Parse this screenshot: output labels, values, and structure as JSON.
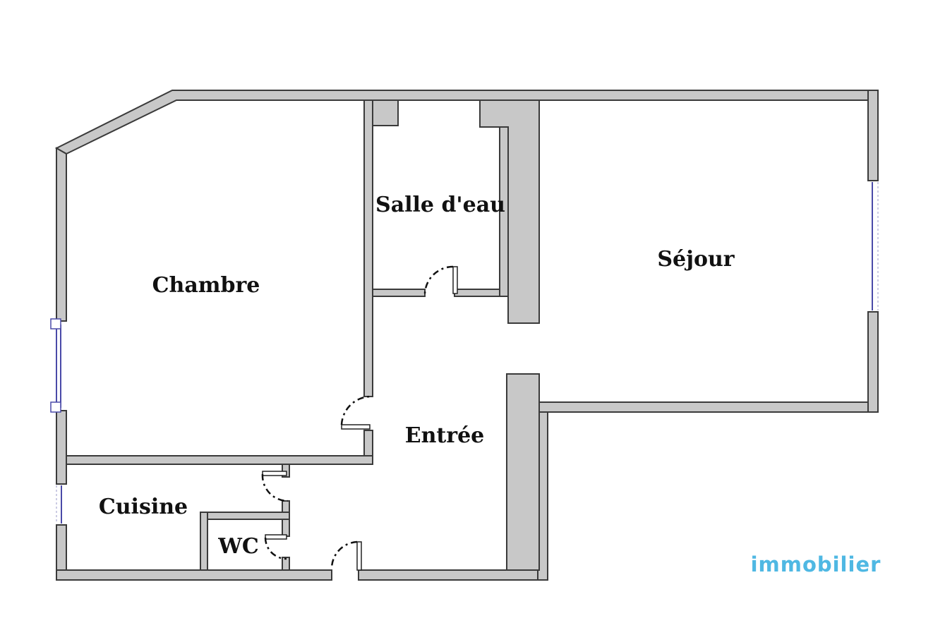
{
  "rooms": {
    "chambre": "Chambre",
    "salle_deau": "Salle d'eau",
    "sejour": "Séjour",
    "entree": "Entrée",
    "cuisine": "Cuisine",
    "wc": "WC"
  },
  "logo": {
    "text": "immobilier",
    "color": "#4fb8e3"
  },
  "colors": {
    "wall_fill": "#c8c8c8",
    "wall_stroke": "#3a3a3a",
    "window": "#4a4aa8"
  }
}
